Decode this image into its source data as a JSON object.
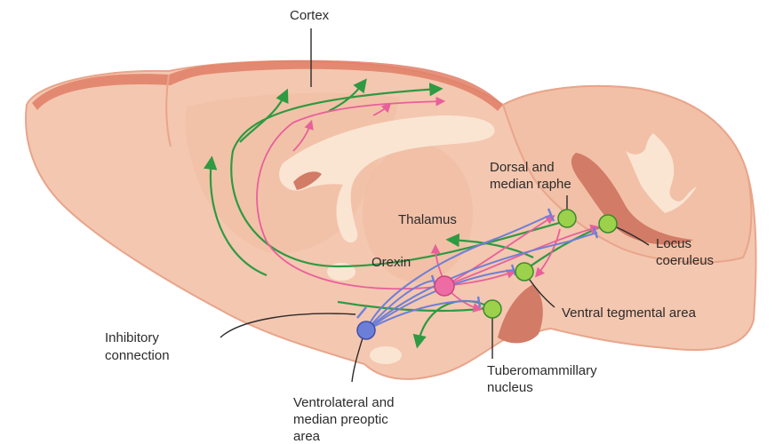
{
  "labels": {
    "cortex": "Cortex",
    "thalamus": "Thalamus",
    "orexin": "Orexin",
    "dorsal_raphe": [
      "Dorsal and",
      "median raphe"
    ],
    "locus_coeruleus": [
      "Locus",
      "coeruleus"
    ],
    "vta": "Ventral tegmental area",
    "tmn": [
      "Tuberomammillary",
      "nucleus"
    ],
    "vlpo": [
      "Ventrolateral and",
      "median preoptic",
      "area"
    ],
    "inhibitory": [
      "Inhibitory",
      "connection"
    ]
  },
  "colors": {
    "brain_fill": "#f4c7b0",
    "brain_edge": "#e8a58b",
    "cortex_rim": "#e07e66",
    "inner_tissue": "#eebaa0",
    "white_matter": "#fae5d3",
    "ventricle": "#d27b66",
    "green_path": "#2e9a42",
    "pink_path": "#e8609a",
    "blue_path": "#6f7fd6",
    "green_node": "#9cd14b",
    "pink_node": "#ee6ba3",
    "blue_node": "#6b7fd8",
    "label_text": "#2b2b2b"
  }
}
